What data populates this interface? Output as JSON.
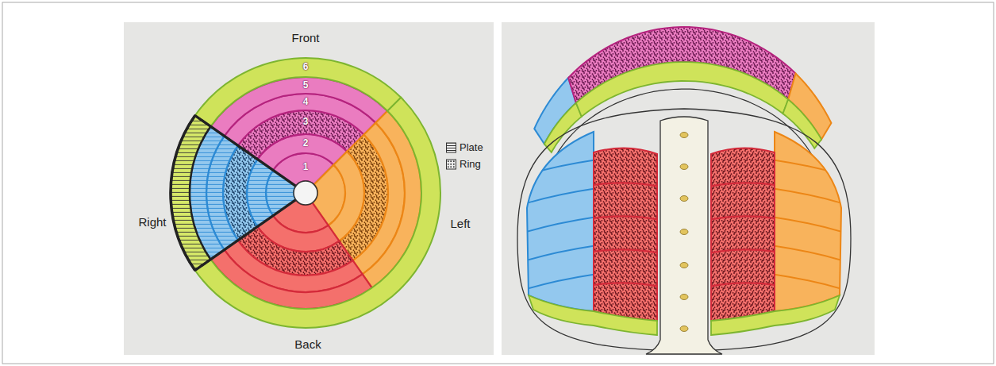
{
  "diagram": {
    "labels": [
      "Front",
      "6",
      "5",
      "4",
      "3",
      "2",
      "1",
      "Right",
      "Left",
      "Back"
    ],
    "legend": [
      {
        "text": "Plate"
      },
      {
        "text": "Ring"
      }
    ]
  }
}
